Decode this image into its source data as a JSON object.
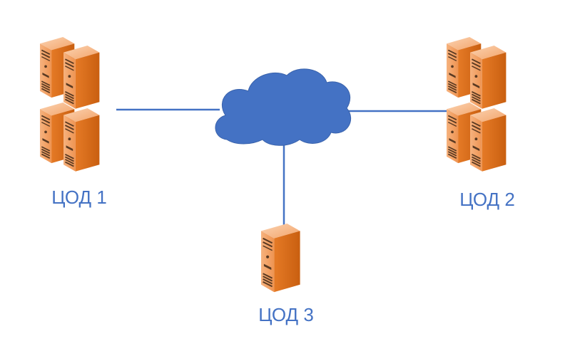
{
  "diagram": {
    "nodes": [
      {
        "id": "dc1",
        "label": "ЦОД 1",
        "icon": "server-cluster-icon"
      },
      {
        "id": "dc2",
        "label": "ЦОД 2",
        "icon": "server-cluster-icon"
      },
      {
        "id": "dc3",
        "label": "ЦОД 3",
        "icon": "server-icon"
      },
      {
        "id": "network",
        "label": "",
        "icon": "cloud-icon"
      }
    ],
    "links": [
      {
        "from": "dc1",
        "to": "network"
      },
      {
        "from": "network",
        "to": "dc2"
      },
      {
        "from": "network",
        "to": "dc3"
      }
    ]
  },
  "colors": {
    "link": "#4472C4",
    "cloud": "#4472C4",
    "label": "#4472C4",
    "server_front": "#F4A66B",
    "server_side": "#D96A18",
    "server_top": "#F9C49A",
    "server_detail": "#5A3A22"
  }
}
